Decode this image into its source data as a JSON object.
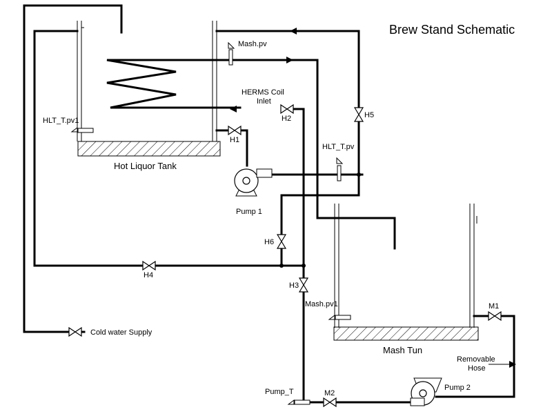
{
  "title": "Brew Stand Schematic",
  "tanks": {
    "hlt": {
      "label": "Hot Liquor Tank"
    },
    "mash": {
      "label": "Mash Tun"
    }
  },
  "sensors": {
    "mash_pv": "Mash.pv",
    "hlt_t_pv1": "HLT_T.pv1",
    "hlt_t_pv": "HLT_T.pv",
    "mash_pv1": "Mash.pv1",
    "pump_t": "Pump_T"
  },
  "valves": {
    "h1": "H1",
    "h2": "H2",
    "h3": "H3",
    "h4": "H4",
    "h5": "H5",
    "h6": "H6",
    "m1": "M1",
    "m2": "M2"
  },
  "pumps": {
    "pump1": "Pump 1",
    "pump2": "Pump 2"
  },
  "annotations": {
    "herms_line1": "HERMS Coil",
    "herms_line2": "Inlet",
    "cold_water": "Cold water Supply",
    "hose_line1": "Removable",
    "hose_line2": "Hose"
  }
}
